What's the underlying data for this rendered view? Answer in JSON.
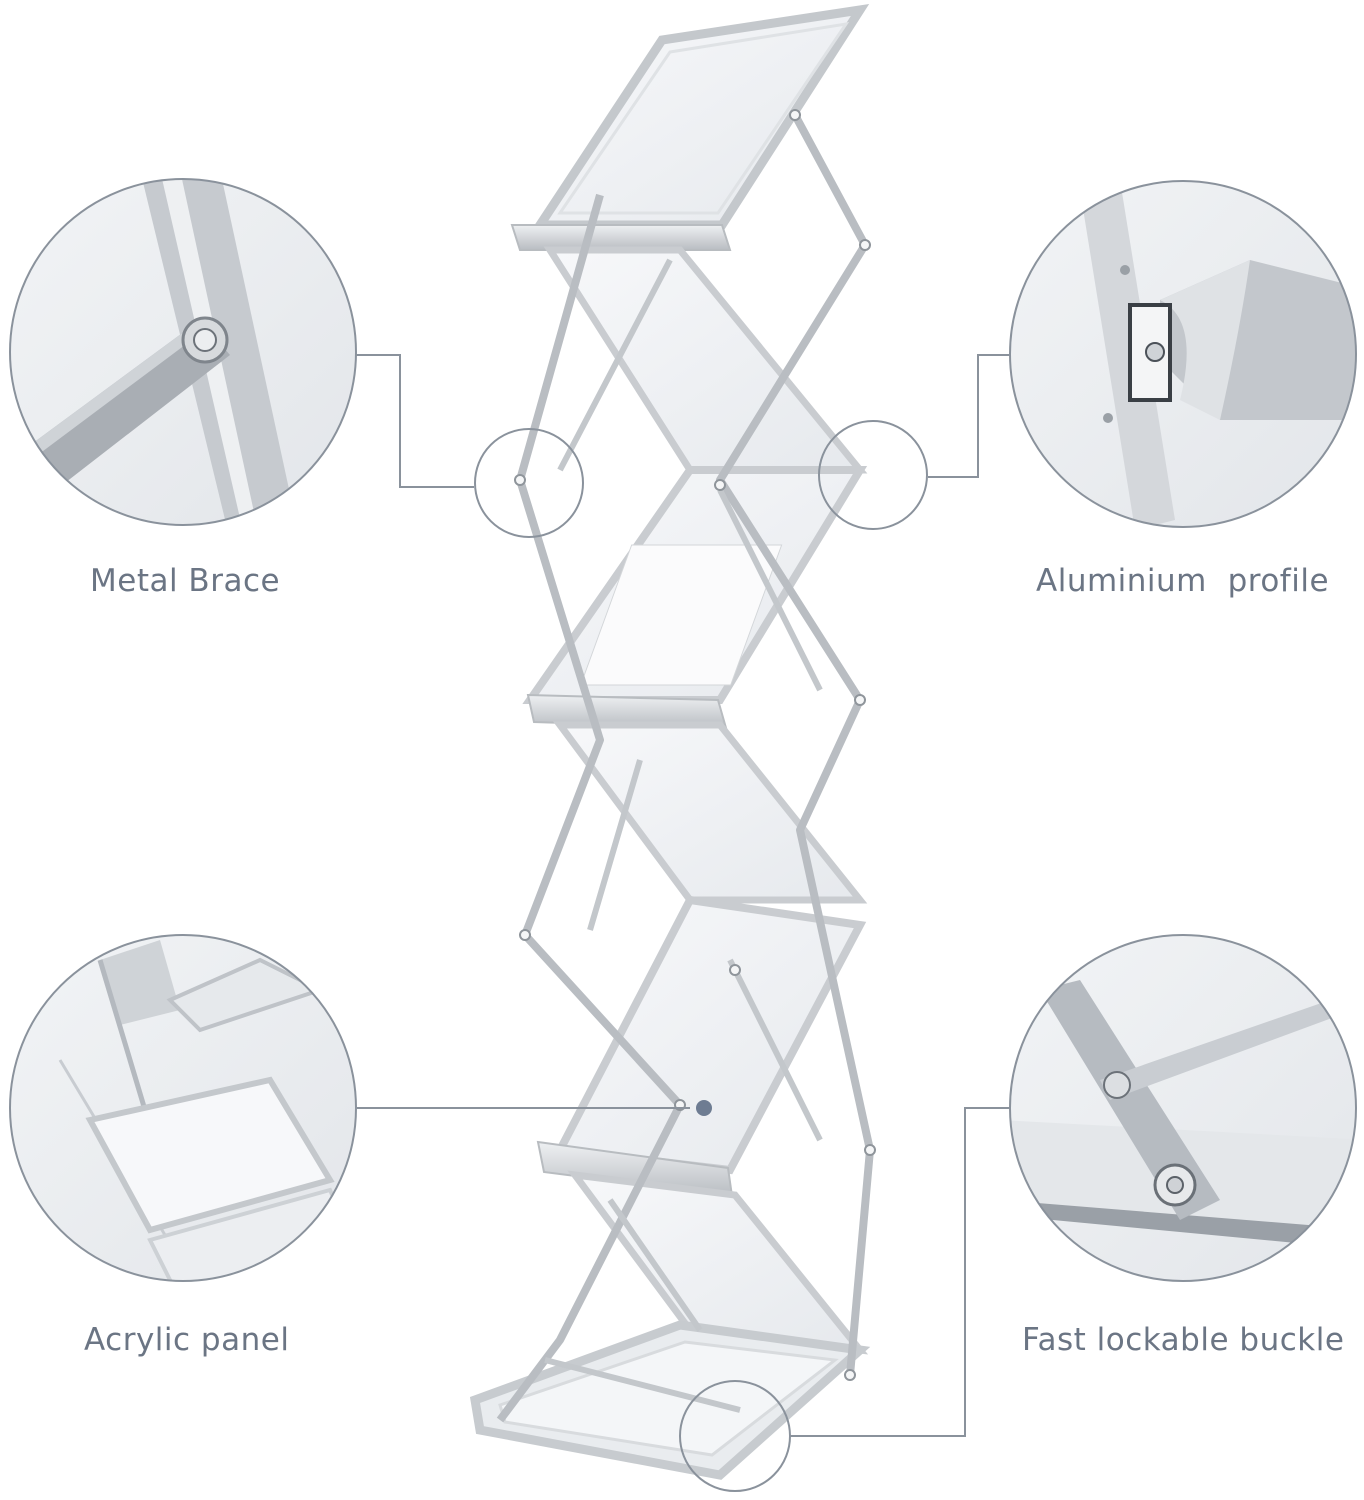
{
  "callouts": {
    "metal_brace": "Metal Brace",
    "aluminium_profile": "Aluminium  profile",
    "acrylic_panel": "Acrylic panel",
    "fast_lockable_buckle": "Fast lockable buckle"
  },
  "colors": {
    "label_text": "#6b7584",
    "leader_line": "#8a929c",
    "frame_silver": "#c9ccd0",
    "panel_fill": "#f3f5f7",
    "dot": "#6e7c92"
  }
}
